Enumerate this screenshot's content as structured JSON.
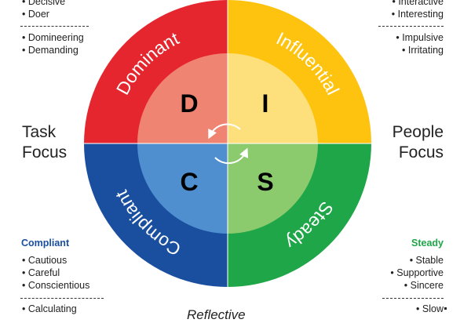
{
  "wheel": {
    "quadrants": [
      {
        "key": "D",
        "name": "Dominant",
        "outer_color": "#e5262e",
        "inner_color": "#f08473"
      },
      {
        "key": "I",
        "name": "Influential",
        "outer_color": "#fdc30f",
        "inner_color": "#fde07b"
      },
      {
        "key": "S",
        "name": "Steady",
        "outer_color": "#1fa648",
        "inner_color": "#8ccb6d"
      },
      {
        "key": "C",
        "name": "Compliant",
        "outer_color": "#1a4fa0",
        "inner_color": "#4f8fcf"
      }
    ]
  },
  "left_focus": [
    "Task",
    "Focus"
  ],
  "right_focus": [
    "People",
    "Focus"
  ],
  "top_left": {
    "traits": [
      "Decisive",
      "Doer"
    ],
    "negatives": [
      "Domineering",
      "Demanding"
    ]
  },
  "top_right": {
    "traits": [
      "Interactive",
      "Interesting"
    ],
    "negatives": [
      "Impulsive",
      "Irritating"
    ]
  },
  "bottom_left": {
    "title": "Compliant",
    "title_color": "#1a4fa0",
    "traits": [
      "Cautious",
      "Careful",
      "Conscientious"
    ],
    "negatives": [
      "Calculating"
    ]
  },
  "bottom_right": {
    "title": "Steady",
    "title_color": "#1fa648",
    "traits": [
      "Stable",
      "Supportive",
      "Sincere"
    ],
    "negatives": [
      "Slow"
    ]
  },
  "bottom_cut_text": "Reflective"
}
